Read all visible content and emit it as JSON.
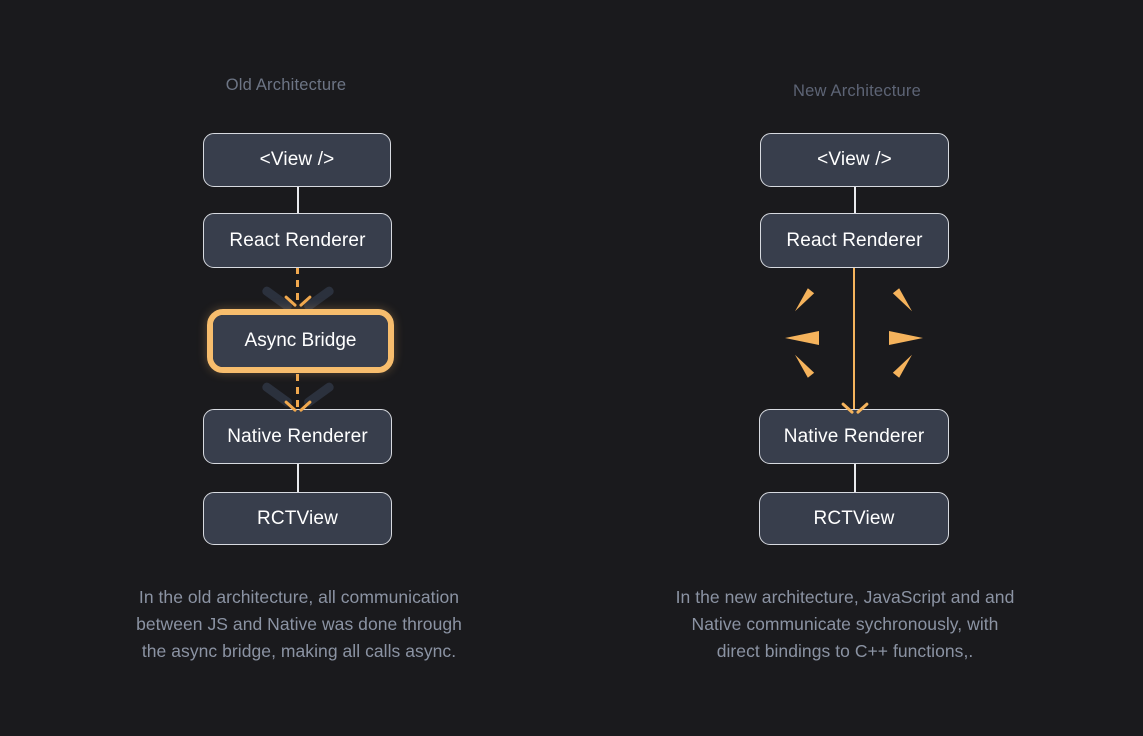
{
  "theme": {
    "background": "#1a1a1d",
    "node_fill": "#383e4c",
    "node_border": "#d7dae0",
    "node_text": "#ffffff",
    "accent_orange": "#f5b35c",
    "dashed_orange": "#f0a84e",
    "highlight_ring": "#f7bd6d",
    "heading_color": "#6d7585",
    "caption_color": "#8b93a3",
    "chevron_shadow": "#2b313d"
  },
  "columns": {
    "old": {
      "heading": "Old Architecture",
      "nodes": [
        {
          "label": "<View />"
        },
        {
          "label": "React Renderer"
        },
        {
          "label": "Async Bridge",
          "highlighted": true
        },
        {
          "label": "Native Renderer"
        },
        {
          "label": "RCTView"
        }
      ],
      "connector_type": "dashed-arrow",
      "caption_lines": [
        "In the old architecture, all communication",
        "between JS and Native was done through",
        "the async bridge, making all calls async."
      ]
    },
    "new": {
      "heading": "New Architecture",
      "nodes": [
        {
          "label": "<View />"
        },
        {
          "label": "React Renderer"
        },
        {
          "label": "Native Renderer"
        },
        {
          "label": "RCTView"
        }
      ],
      "connector_type": "solid-arrow",
      "burst_label": "sparkle-burst",
      "caption_lines": [
        "In the new architecture, JavaScript and and",
        "Native communicate sychronously, with",
        "direct bindings to C++ functions,."
      ]
    }
  }
}
